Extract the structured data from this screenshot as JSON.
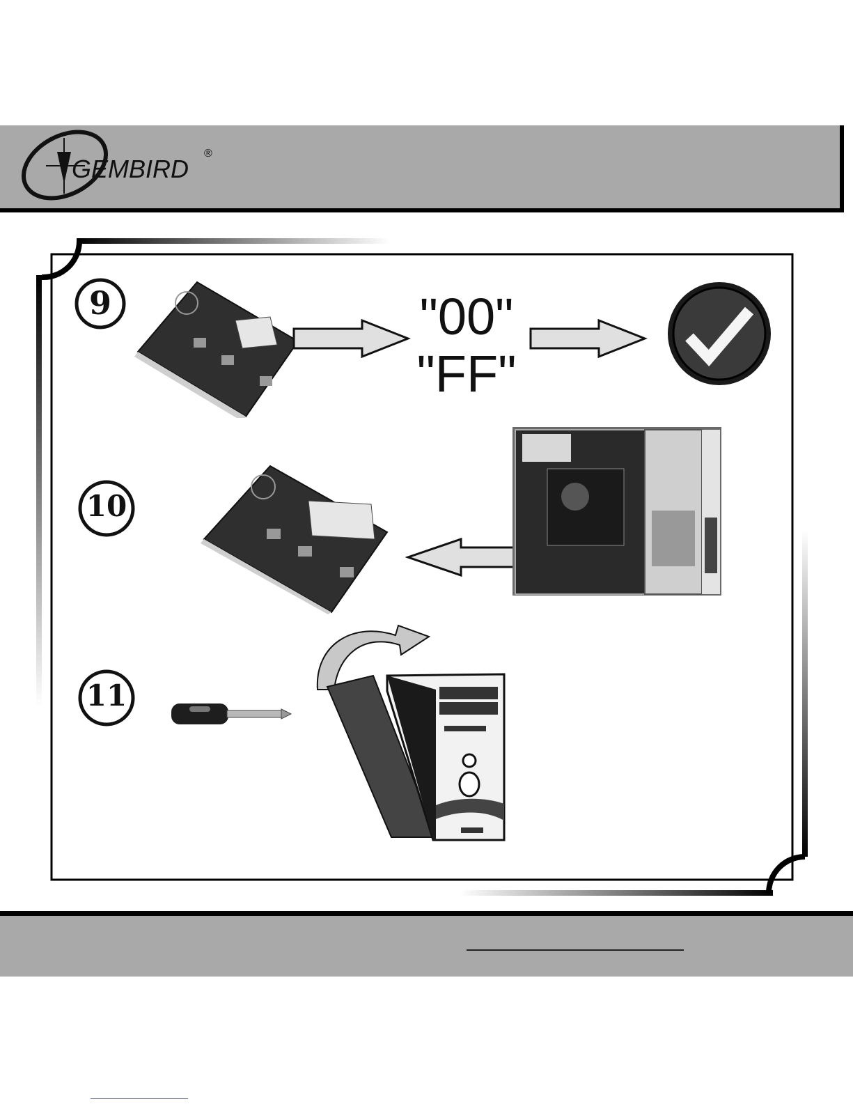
{
  "header": {
    "brand_name": "GEMBIRD",
    "registered_mark": "®"
  },
  "steps": [
    {
      "number": "9",
      "codes": [
        "\"00\"",
        "\"FF\""
      ],
      "icons": [
        "post-card-icon",
        "right-arrow-icon",
        "right-arrow-icon",
        "checkmark-icon"
      ]
    },
    {
      "number": "10",
      "icons": [
        "post-card-icon",
        "left-arrow-icon",
        "open-pc-case-icon"
      ]
    },
    {
      "number": "11",
      "icons": [
        "screwdriver-icon",
        "curved-arrow-icon",
        "pc-tower-icon"
      ]
    }
  ],
  "colors": {
    "band": "#a9a9a9",
    "frame": "#000000",
    "link_line": "#3a50c8"
  }
}
